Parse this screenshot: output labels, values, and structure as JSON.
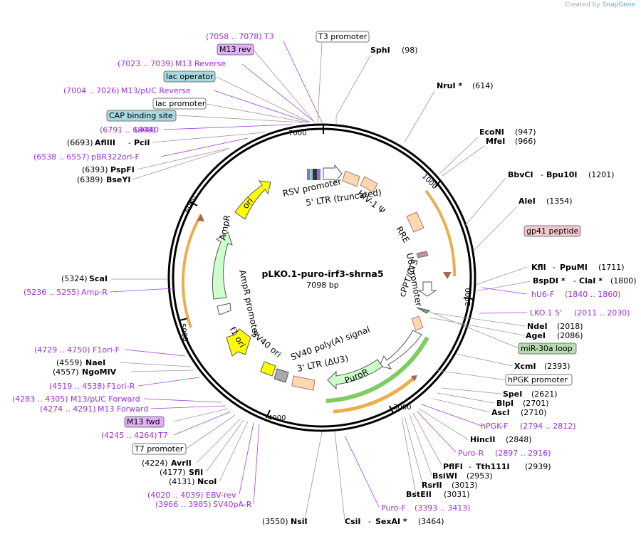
{
  "brand": {
    "created_by": "Created by",
    "app": "SnapGene"
  },
  "plasmid": {
    "name": "pLKO.1-puro-irf3-shrna5",
    "size_label": "7098 bp"
  },
  "ticks": {
    "t1000": "1000",
    "t2000": "2000",
    "t3000": "3000",
    "t4000": "4000",
    "t5000": "5000",
    "t6000": "6000",
    "t7000": "7000"
  },
  "right_labels": {
    "sphI": {
      "name": "SphI",
      "pos": "(98)"
    },
    "nruI": {
      "name": "NruI *",
      "pos": "(614)"
    },
    "ecoNI": {
      "name": "EcoNI",
      "pos": "(947)"
    },
    "mfeI": {
      "name": "MfeI",
      "pos": "(966)"
    },
    "bbvCI": {
      "name": "BbvCI",
      "sep": "-",
      "name2": "Bpu10I",
      "pos": "(1201)"
    },
    "aleI": {
      "name": "AleI",
      "pos": "(1354)"
    },
    "gp41": "gp41 peptide",
    "kflI": {
      "name": "KflI",
      "sep": "-",
      "name2": "PpuMI",
      "pos": "(1711)"
    },
    "bspDI": {
      "name": "BspDI *",
      "sep": "-",
      "name2": "ClaI *",
      "pos": "(1800)"
    },
    "hu6f": {
      "name": "hU6-F",
      "pos": "(1840 .. 1860)"
    },
    "lko15": {
      "name": "LKO.1 5'",
      "pos": "(2011 .. 2030)"
    },
    "ndeI": {
      "name": "NdeI",
      "pos": "(2018)"
    },
    "ageI": {
      "name": "AgeI",
      "pos": "(2086)"
    },
    "mir30a": "miR-30a loop",
    "xcmI": {
      "name": "XcmI",
      "pos": "(2393)"
    },
    "hpgkp": "hPGK promoter",
    "speI": {
      "name": "SpeI",
      "pos": "(2621)"
    },
    "blpI": {
      "name": "BlpI",
      "pos": "(2701)"
    },
    "ascI": {
      "name": "AscI",
      "pos": "(2710)"
    },
    "hpgkf": {
      "name": "hPGK-F",
      "pos": "(2794 .. 2812)"
    },
    "hincII": {
      "name": "HincII",
      "pos": "(2848)"
    },
    "puror": {
      "name": "Puro-R",
      "pos": "(2897 .. 2916)"
    },
    "pflFI": {
      "name": "PflFI",
      "sep": "-",
      "name2": "Tth111I",
      "pos": "(2939)"
    },
    "bsiWI": {
      "name": "BsiWI",
      "pos": "(2953)"
    },
    "rsrII": {
      "name": "RsrII",
      "pos": "(3013)"
    },
    "bstEII": {
      "name": "BstEII",
      "pos": "(3031)"
    },
    "purof": {
      "name": "Puro-F",
      "pos": "(3393 .. 3413)"
    },
    "csiI": {
      "name": "CsiI",
      "sep": "-",
      "name2": "SexAI *",
      "pos": "(3464)"
    },
    "nsiI": {
      "name": "NsiI",
      "pos": "(3550)"
    }
  },
  "top_labels": {
    "t3": {
      "pos": "(7058 .. 7078)",
      "name": "T3"
    },
    "t3p": "T3 promoter",
    "m13rev": "M13 rev",
    "m13reverse": {
      "pos": "(7023 .. 7039)",
      "name": "M13 Reverse"
    },
    "lacop": "lac operator",
    "m13puc": {
      "pos": "(7004 .. 7026)",
      "name": "M13/pUC Reverse"
    },
    "lacp": "lac promoter",
    "cap": "CAP binding site",
    "l4440": {
      "pos": "(6791 .. 6808)",
      "name": "L4440"
    },
    "aflIII": {
      "pos": "(6693)",
      "name": "AflIII",
      "sep": "-",
      "name2": "PciI"
    },
    "pbr": {
      "pos": "(6538 .. 6557)",
      "name": "pBR322ori-F"
    },
    "pspFI": {
      "pos": "(6393)",
      "name": "PspFI"
    },
    "bseYI": {
      "pos": "(6389)",
      "name": "BseYI"
    }
  },
  "left_labels": {
    "scaI": {
      "pos": "(5324)",
      "name": "ScaI"
    },
    "ampr": {
      "pos": "(5236 .. 5255)",
      "name": "Amp-R"
    },
    "f1orif": {
      "pos": "(4729 .. 4750)",
      "name": "F1ori-F"
    },
    "naeI": {
      "pos": "(4559)",
      "name": "NaeI"
    },
    "ngoMIV": {
      "pos": "(4557)",
      "name": "NgoMIV"
    },
    "f1orir": {
      "pos": "(4519 .. 4538)",
      "name": "F1ori-R"
    },
    "m13pucf": {
      "pos": "(4283 .. 4305)",
      "name": "M13/pUC Forward"
    },
    "m13f": {
      "pos": "(4274 .. 4291)",
      "name": "M13 Forward"
    },
    "m13fwd": "M13 fwd",
    "t7": {
      "pos": "(4245 .. 4264)",
      "name": "T7"
    },
    "t7p": "T7 promoter",
    "avrII": {
      "pos": "(4224)",
      "name": "AvrII"
    },
    "sfiI": {
      "pos": "(4177)",
      "name": "SfiI"
    },
    "ncoI": {
      "pos": "(4131)",
      "name": "NcoI"
    },
    "ebv": {
      "pos": "(4020 .. 4039)",
      "name": "EBV-rev"
    },
    "sv40pa": {
      "pos": "(3966 .. 3985)",
      "name": "SV40pA-R"
    }
  },
  "features": {
    "rsv": "RSV promoter",
    "ltr5": "5' LTR (truncated)",
    "hiv": "HIV-1 Ψ",
    "rre": "RRE",
    "u6": "U6 promoter",
    "cppt": "cPPT/CTS",
    "puro": "PuroR",
    "sv40pa": "SV40 poly(A) signal",
    "ltr3": "3' LTR (ΔU3)",
    "sv40ori": "SV40 ori",
    "f1ori": "f1 ori",
    "amprp": "AmpR promoter",
    "ampr": "AmpR",
    "ori": "ori"
  },
  "colors": {
    "primer": "#9b30d9",
    "ampr_fill": "#ccffcc",
    "ori_fill": "#ffff00",
    "ltr_fill": "#ffd8b0",
    "orf_outline": "#e8a030",
    "puro_outline": "#5fbf3a"
  }
}
